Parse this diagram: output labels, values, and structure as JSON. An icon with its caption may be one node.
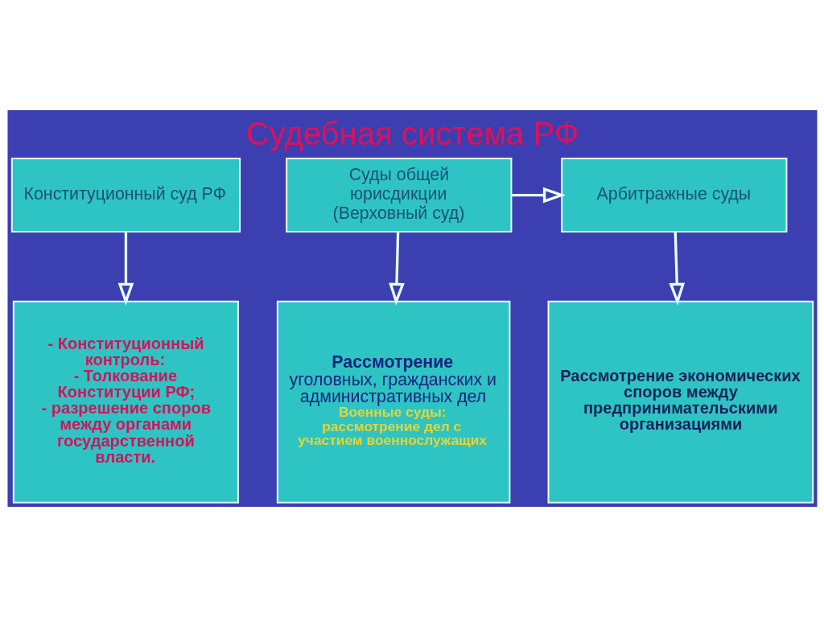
{
  "diagram": {
    "title": "Судебная система РФ",
    "nodes": [
      {
        "text": [
          "Конституционный суд РФ"
        ]
      },
      {
        "text": [
          "Суды общей юрисдикции (Верховный суд)"
        ]
      },
      {
        "text": [
          "Арбитражные суды"
        ]
      },
      {
        "text": [
          "- Конституционный контроль:",
          "- Толкование Конституции РФ;",
          "- разрешение споров между органами государственной власти."
        ]
      },
      {
        "text": [
          "**Рассмотрение** уголовных, гражданских и административных дел",
          "Военные суды: рассмотрение дел с участием военнослужащих"
        ]
      },
      {
        "text": [
          "Рассмотрение экономических споров между предпринимательскими организациями"
        ]
      }
    ],
    "edges": [
      {
        "from": 0,
        "to": 3,
        "arrow": "to"
      },
      {
        "from": 1,
        "to": 4,
        "arrow": "to"
      },
      {
        "from": 1,
        "to": 2,
        "arrow": "to"
      },
      {
        "from": 2,
        "to": 5,
        "arrow": "to"
      }
    ]
  }
}
